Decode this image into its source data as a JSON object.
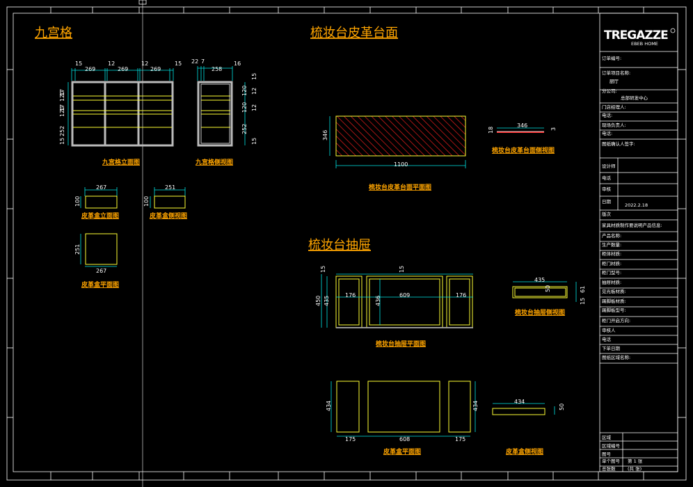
{
  "sections": {
    "grid": "九宫格",
    "leather_top": "梳妆台皮革台面",
    "drawer": "梳妆台抽屉"
  },
  "captions": {
    "grid_elevation": "九宫格立面图",
    "grid_side": "九宫格侧视图",
    "box_elevation": "皮革盒立面图",
    "box_side": "皮革盒侧视图",
    "box_plan": "皮革盒平面图",
    "top_plan": "梳妆台皮革台面平面图",
    "top_side": "梳妆台皮革台面侧视图",
    "drawer_plan": "梳妆台抽屉平面图",
    "drawer_side": "梳妆台抽屉侧视图",
    "box2_plan": "皮革盒平面图",
    "box2_side": "皮革盒侧视图"
  },
  "dims": {
    "g_15a": "15",
    "g_269a": "269",
    "g_12a": "12",
    "g_269b": "269",
    "g_12b": "12",
    "g_269c": "269",
    "g_15b": "15",
    "g_l17a": "17",
    "g_l120a": "120",
    "g_l17b": "17",
    "g_l120b": "120",
    "g_l252": "252",
    "g_l15": "15",
    "s_22": "22",
    "s_7": "7",
    "s_258": "258",
    "s_16": "16",
    "s_r15": "15",
    "s_r12a": "12",
    "s_r120a": "120",
    "s_r12b": "12",
    "s_r120b": "120",
    "s_r252": "252",
    "s_r15b": "15",
    "b_267": "267",
    "b_100": "100",
    "b_251": "251",
    "b_100b": "100",
    "b_251v": "251",
    "b_267b": "267",
    "t_346": "346",
    "t_1100": "1100",
    "t_346b": "346",
    "t_18": "18",
    "t_3": "3",
    "d_15": "15",
    "d_15b": "15",
    "d_450": "450",
    "d_435": "435",
    "d_176a": "176",
    "d_436": "436",
    "d_609": "609",
    "d_176b": "176",
    "d_435b": "435",
    "d_50": "50",
    "d_61": "61",
    "d_15c": "15",
    "x_434": "434",
    "x_175a": "175",
    "x_608": "608",
    "x_175b": "175",
    "x_434b": "434",
    "x_434c": "434",
    "x_50": "50"
  },
  "titleblock": {
    "logo": "TREGAZZE",
    "logo_sub": "EBEB HOME",
    "rows": [
      "订单编号:",
      "订单项目名称:",
      "厨厅",
      "分公司:",
      "总部研发中心",
      "门店经理人:",
      "电话:",
      "现场负责人:",
      "电话:",
      "图纸确认人签字:",
      "设计师",
      "电话",
      "审核",
      "日期",
      "2022.2.18",
      "版次",
      "家具材质制作要说明产品信息:",
      "产品名称:",
      "生产数量:",
      "柜体材质:",
      "柜门材质:",
      "柜门型号:",
      "抽屉材质:",
      "见光板材质:",
      "踢脚板材质:",
      "踢脚板型号:",
      "柜门开启方向:",
      "审核人",
      "电话",
      "下单日期",
      "图纸区域名称:"
    ],
    "bottom": [
      "区域",
      "区域编号",
      "图号",
      "单个图号",
      "第 1 张",
      "总张数",
      "(共 张)"
    ]
  }
}
